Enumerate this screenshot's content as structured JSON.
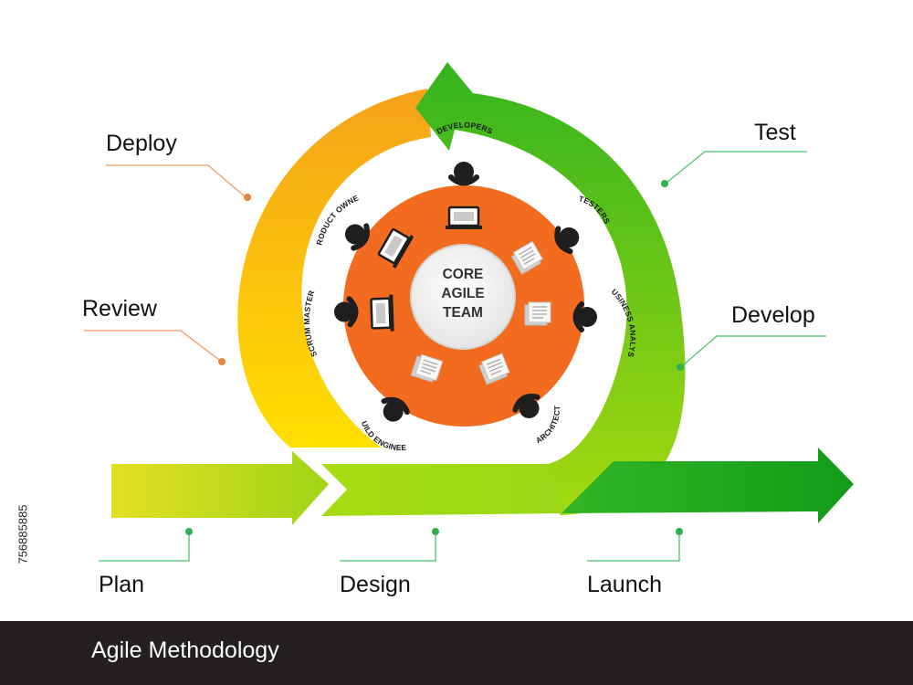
{
  "stages": {
    "deploy": "Deploy",
    "review": "Review",
    "test": "Test",
    "develop": "Develop",
    "plan": "Plan",
    "design": "Design",
    "launch": "Launch"
  },
  "center": {
    "line1": "CORE",
    "line2": "AGILE",
    "line3": "TEAM"
  },
  "roles": {
    "developers": "DEVELOPERS",
    "testers": "TESTERS",
    "business_analyst": "BUSINESS ANALYST",
    "architect": "ARCHITECT",
    "build_engineer": "BUILD ENGINEER",
    "scrum_master": "SCRUM MASTER",
    "product_owner": "PRODUCT OWNER"
  },
  "footer": {
    "title": "Agile Methodology",
    "stock_id": "756885885"
  },
  "colors": {
    "orange": "#f26b1f",
    "yellow_arrow": "#ffd000",
    "green_dark": "#2db31c",
    "green_light": "#a8dc10",
    "footer_bg": "#231f20"
  }
}
